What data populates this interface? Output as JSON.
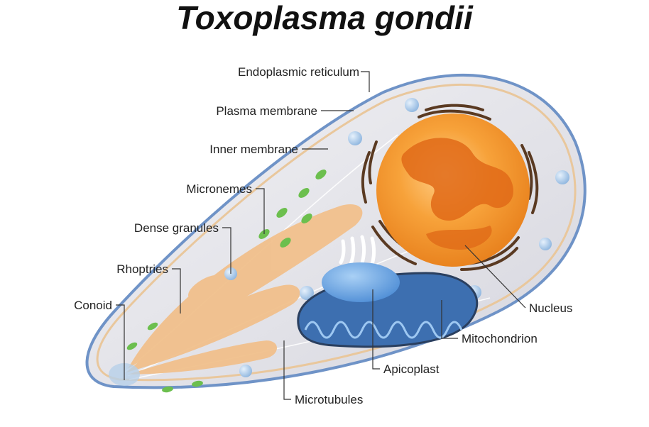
{
  "title": "Toxoplasma gondii",
  "labels": {
    "endoplasmic_reticulum": "Endoplasmic reticulum",
    "plasma_membrane": "Plasma membrane",
    "inner_membrane": "Inner membrane",
    "micronemes": "Micronemes",
    "dense_granules": "Dense granules",
    "rhoptries": "Rhoptries",
    "conoid": "Conoid",
    "nucleus": "Nucleus",
    "mitochondrion": "Mitochondrion",
    "apicoplast": "Apicoplast",
    "microtubules": "Microtubules"
  },
  "colors": {
    "cell_body": "#e4e4ea",
    "outer_membrane": "#6f93c7",
    "inner_membrane": "#e9c79c",
    "nucleus": "#f59a2a",
    "nucleus_inner": "#e06a18",
    "er": "#5a3a22",
    "rhoptries": "#f1c08c",
    "micronemes": "#6cbf4e",
    "dense_granules": "#9ec3e6",
    "mitochondrion_body": "#3d6fb0",
    "apicoplast": "#6fa6e0"
  }
}
